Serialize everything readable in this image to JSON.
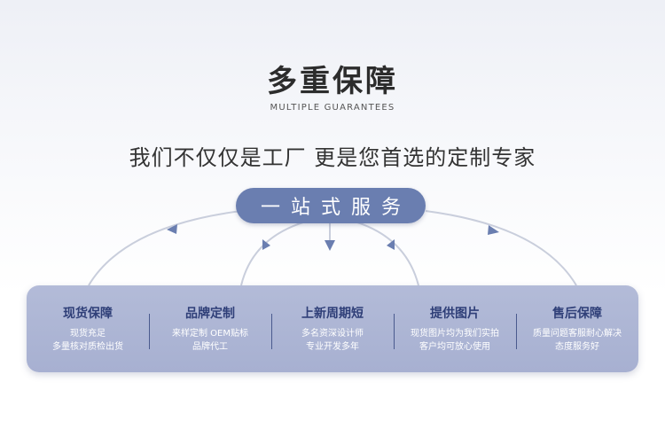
{
  "header": {
    "title": "多重保障",
    "subtitle": "MULTIPLE GUARANTEES",
    "tagline": "我们不仅仅是工厂 更是您首选的定制专家"
  },
  "hub": {
    "label": "一站式服务"
  },
  "features": [
    {
      "title": "现货保障",
      "desc_line1": "现货充足",
      "desc_line2": "多量核对质检出货"
    },
    {
      "title": "品牌定制",
      "desc_line1": "来样定制 OEM贴标",
      "desc_line2": "品牌代工"
    },
    {
      "title": "上新周期短",
      "desc_line1": "多名资深设计师",
      "desc_line2": "专业开发多年"
    },
    {
      "title": "提供图片",
      "desc_line1": "现货图片均为我们实拍",
      "desc_line2": "客户均可放心使用"
    },
    {
      "title": "售后保障",
      "desc_line1": "质量问题客服耐心解决",
      "desc_line2": "态度服务好"
    }
  ],
  "colors": {
    "accent": "#6a7eb0",
    "panel": "#a9b2d2",
    "feature_title": "#2f3f78"
  }
}
